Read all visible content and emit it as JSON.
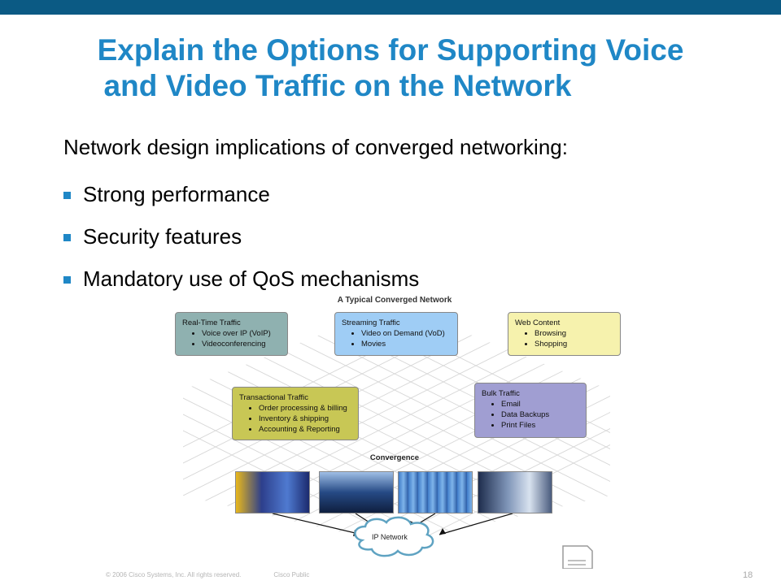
{
  "slide": {
    "title_line1": "Explain the Options for Supporting Voice",
    "title_line2": "and Video Traffic on the Network",
    "intro": "Network design implications of converged networking:",
    "bullets": [
      "Strong performance",
      "Security features",
      "Mandatory use of QoS mechanisms"
    ]
  },
  "diagram": {
    "title": "A Typical Converged Network",
    "boxes": [
      {
        "title": "Real-Time Traffic",
        "items": [
          "Voice over IP (VoIP)",
          "Videoconferencing"
        ],
        "color": "#8fb1b0"
      },
      {
        "title": "Streaming Traffic",
        "items": [
          "Video on Demand (VoD)",
          "Movies"
        ],
        "color": "#9fcdf5"
      },
      {
        "title": "Web Content",
        "items": [
          "Browsing",
          "Shopping"
        ],
        "color": "#f6f2ad"
      },
      {
        "title": "Transactional Traffic",
        "items": [
          "Order processing & billing",
          "Inventory & shipping",
          "Accounting & Reporting"
        ],
        "color": "#c8c755"
      },
      {
        "title": "Bulk Traffic",
        "items": [
          "Email",
          "Data Backups",
          "Print Files"
        ],
        "color": "#a09ed2"
      }
    ],
    "convergence": "Convergence",
    "ip_network": "IP Network"
  },
  "footer": {
    "copyright": "© 2006 Cisco Systems, Inc. All rights reserved.",
    "classification": "Cisco Public",
    "page": "18"
  },
  "colors": {
    "topbar": "#0b5a84",
    "title": "#1f87c6",
    "bullet": "#1f87c6"
  },
  "icons": {
    "bullet": "square-bullet-icon",
    "document": "document-icon",
    "cloud": "cloud-icon"
  }
}
